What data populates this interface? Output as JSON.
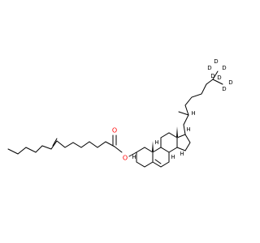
{
  "molecule": {
    "atom_labels": {
      "ester_carbonyl_O": "O",
      "ester_O": "O",
      "stereo_H_c8": "H",
      "stereo_H_c9": "H",
      "stereo_H_c14": "H",
      "stereo_H_c17": "H",
      "stereo_H_c20": "H",
      "stereo_H_c3": "H",
      "deuterium": [
        "D",
        "D",
        "D",
        "D",
        "D",
        "D",
        "D"
      ]
    }
  },
  "colors": {
    "bond": "#000000",
    "oxygen": "#ff0000",
    "deuterium": "#000000",
    "background": "#ffffff"
  }
}
